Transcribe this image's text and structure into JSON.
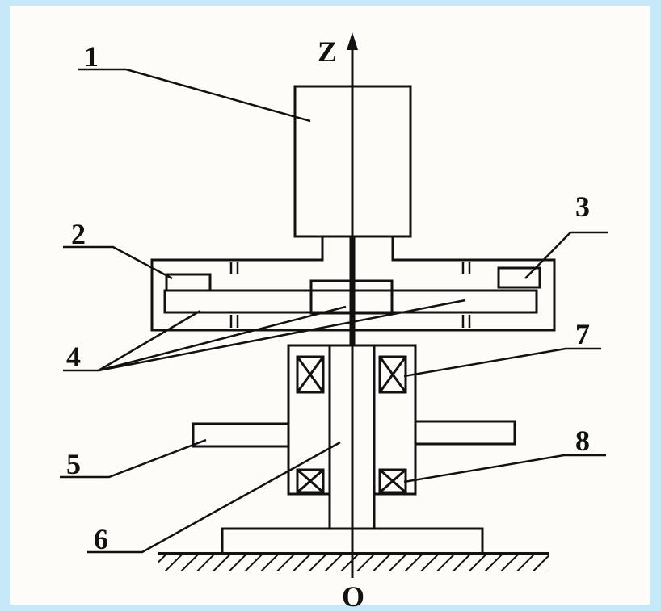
{
  "axis": {
    "z": "Z",
    "origin": "O"
  },
  "labels": [
    "1",
    "2",
    "3",
    "4",
    "5",
    "6",
    "7",
    "8"
  ],
  "colors": {
    "ink": "#111111",
    "paper": "#fdfcf8",
    "border": "#c6e8f8"
  }
}
